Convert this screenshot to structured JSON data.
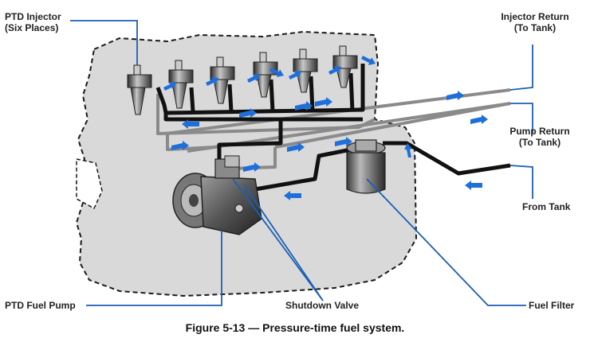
{
  "labels": {
    "ptd_injector": [
      "PTD Injector",
      "(Six Places)"
    ],
    "injector_return": [
      "Injector Return",
      "(To Tank)"
    ],
    "pump_return": [
      "Pump Return",
      "(To Tank)"
    ],
    "from_tank": "From Tank",
    "ptd_fuel_pump": "PTD Fuel Pump",
    "shutdown_valve": "Shutdown Valve",
    "fuel_filter": "Fuel Filter"
  },
  "caption": "Figure 5-13 — Pressure-time fuel system.",
  "colors": {
    "engine_fill": "#d9d9d9",
    "outline": "#1a1a1a",
    "fuel_line": "#111111",
    "return_line": "#8a8a8a",
    "leader_line": "#1a5fb4",
    "flow_arrow": "#1e6fd9",
    "label_text": "#222222"
  }
}
